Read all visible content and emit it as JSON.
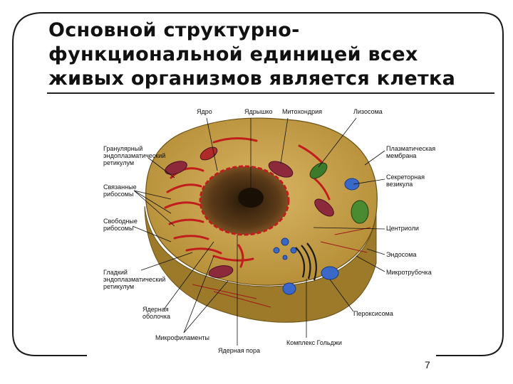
{
  "slide": {
    "title_lines": [
      "Основной структурно-",
      "функциональной единицей всех",
      "живых организмов является клетка"
    ],
    "page_number": "7"
  },
  "diagram": {
    "labels": {
      "nucleus": "Ядро",
      "nucleolus": "Ядрышко",
      "mitochondrion": "Митохондрия",
      "lysosome": "Лизосома",
      "rough_er_1": "Гранулярный",
      "rough_er_2": "эндоплазматический",
      "rough_er_3": "ретикулум",
      "bound_ribosomes_1": "Связанные",
      "bound_ribosomes_2": "рибосомы",
      "free_ribosomes_1": "Свободные",
      "free_ribosomes_2": "рибосомы",
      "smooth_er_1": "Гладкий",
      "smooth_er_2": "эндоплазматический",
      "smooth_er_3": "ретикулум",
      "nuclear_envelope_1": "Ядерная",
      "nuclear_envelope_2": "оболочка",
      "microfilaments": "Микрофиламенты",
      "nuclear_pore": "Ядерная пора",
      "golgi": "Комплекс Гольджи",
      "peroxisome": "Пероксисома",
      "microtubule": "Микротрубочка",
      "endosome": "Эндосома",
      "centrioles": "Центриоли",
      "secretory_vesicle_1": "Секреторная",
      "secretory_vesicle_2": "везикула",
      "plasma_membrane_1": "Плазматическая",
      "plasma_membrane_2": "мембрана"
    }
  }
}
